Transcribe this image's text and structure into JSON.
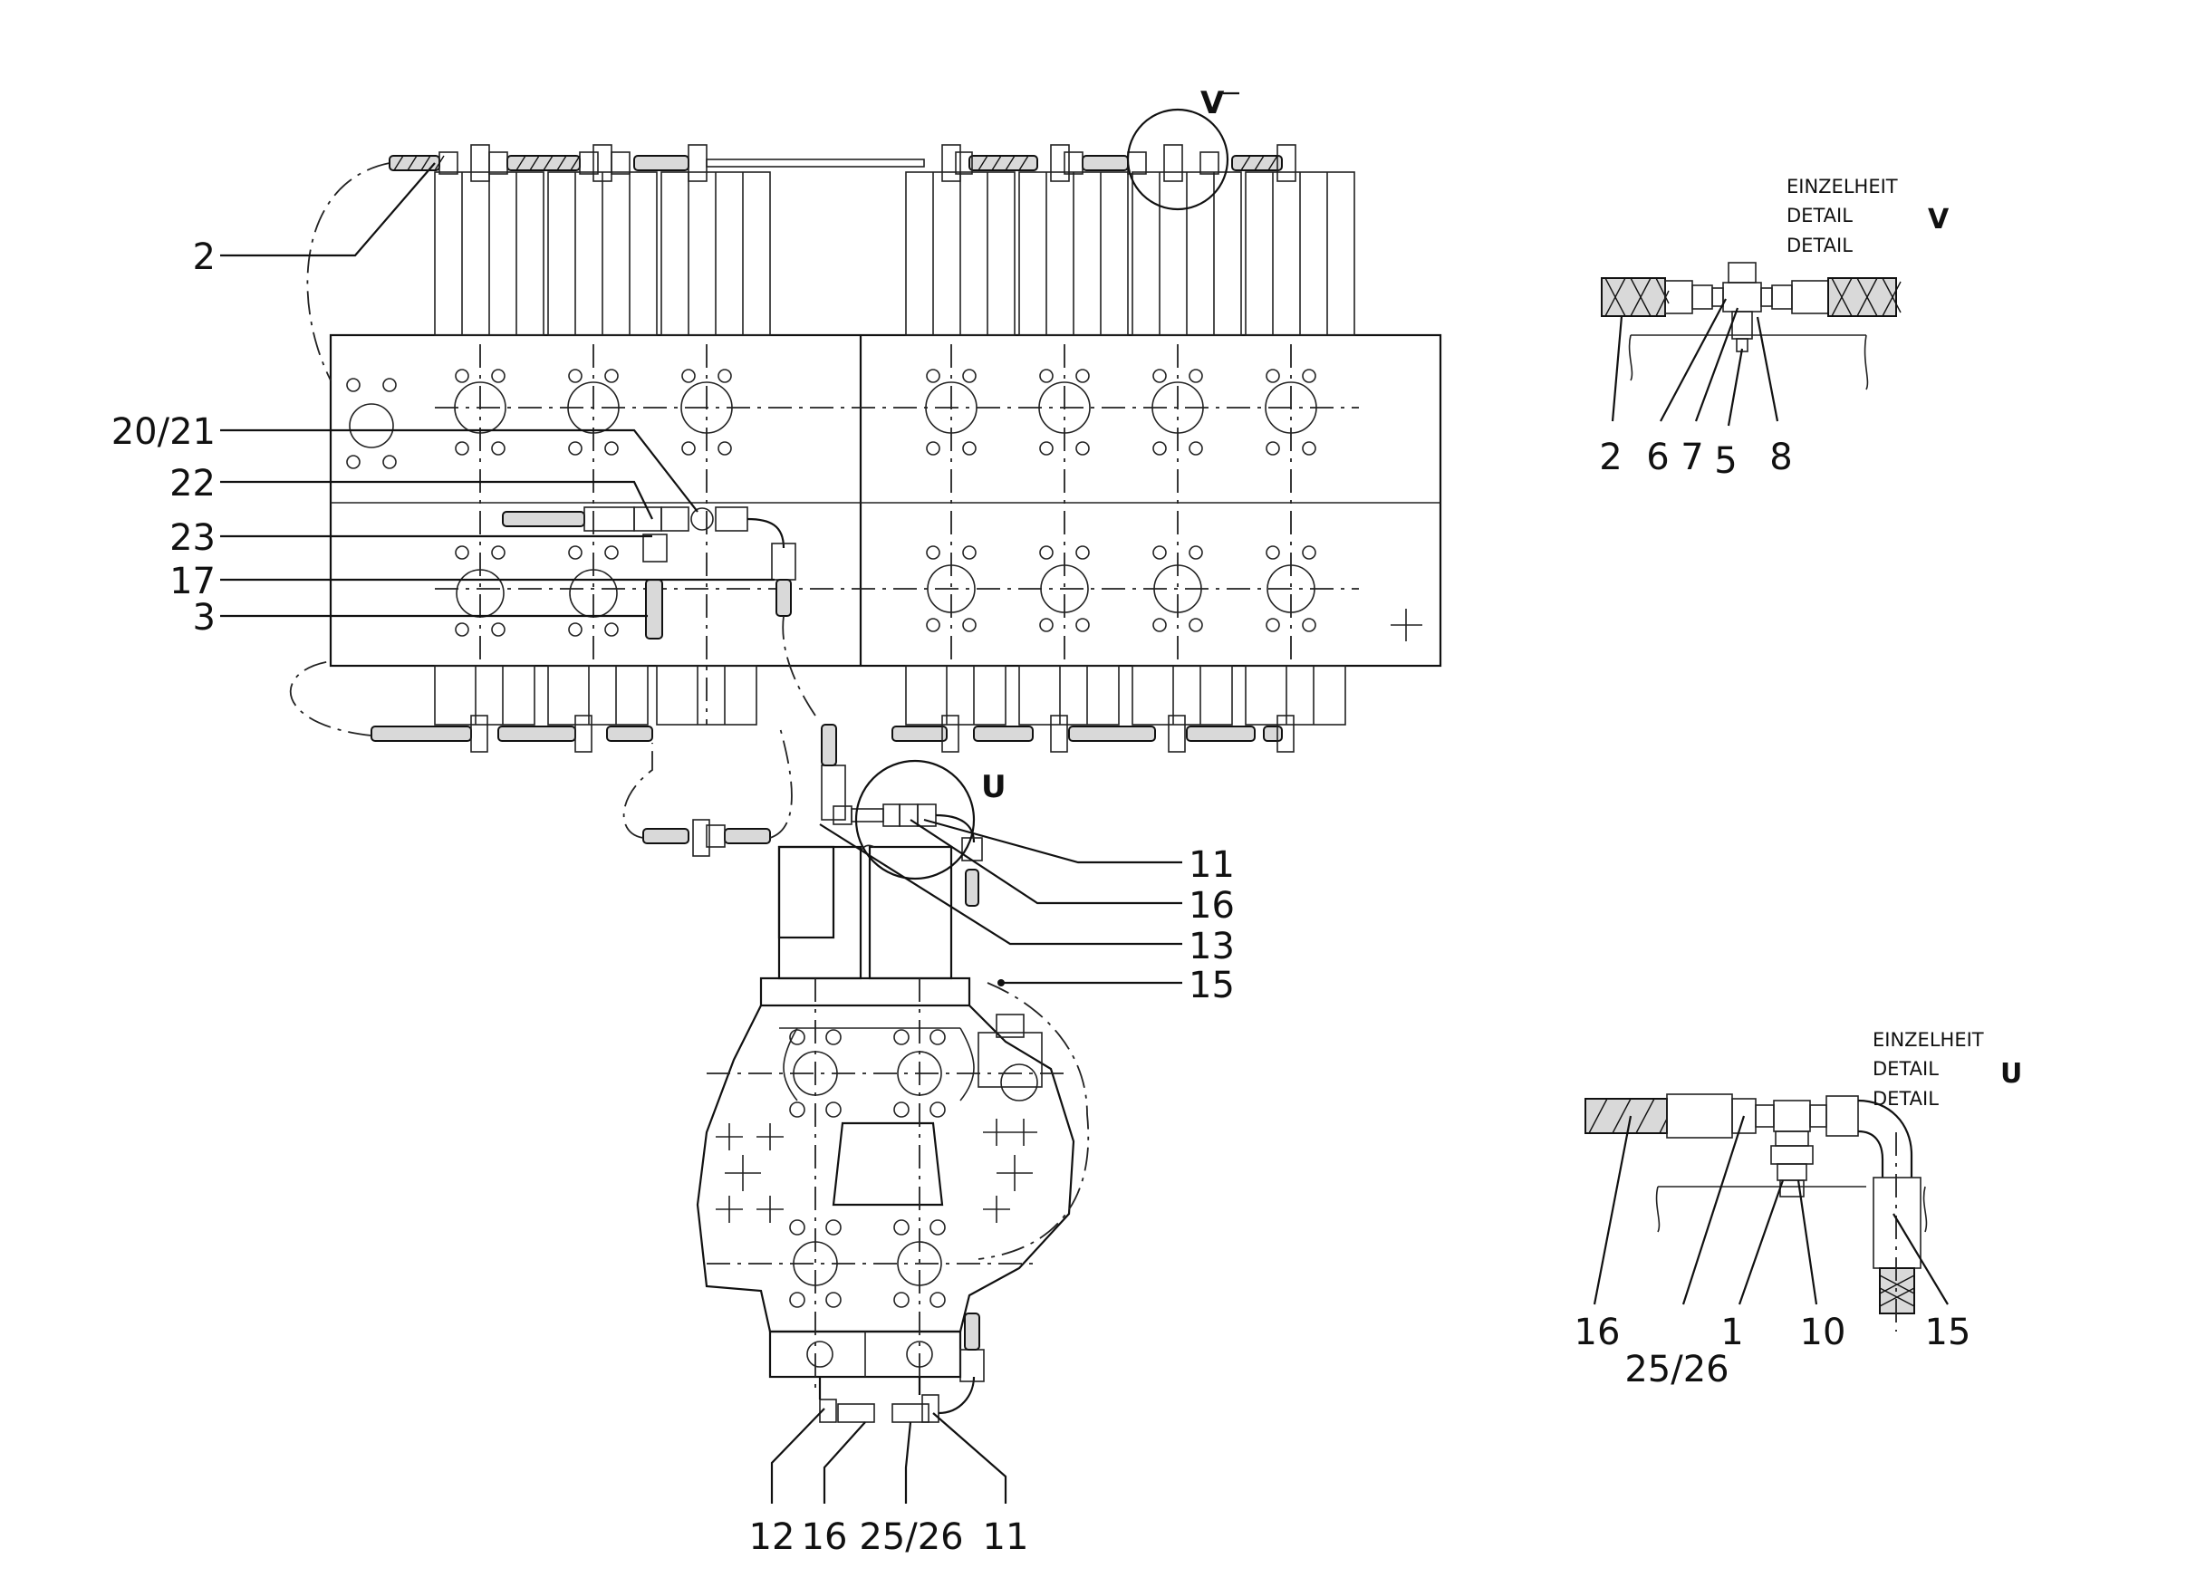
{
  "details": {
    "v": {
      "marker": "V",
      "caption": [
        "EINZELHEIT",
        "DETAIL",
        "DETAIL"
      ],
      "letter": "V",
      "labels": [
        "2",
        "6",
        "7",
        "5",
        "8"
      ]
    },
    "u": {
      "marker": "U",
      "caption": [
        "EINZELHEIT",
        "DETAIL",
        "DETAIL"
      ],
      "letter": "U",
      "labels": [
        "16",
        "25/26",
        "1",
        "10",
        "15"
      ]
    }
  },
  "callouts": {
    "left": [
      "2",
      "20/21",
      "22",
      "23",
      "17",
      "3"
    ],
    "right": [
      "11",
      "16",
      "13",
      "15"
    ],
    "bottom": [
      "12",
      "16",
      "25/26",
      "11"
    ]
  }
}
